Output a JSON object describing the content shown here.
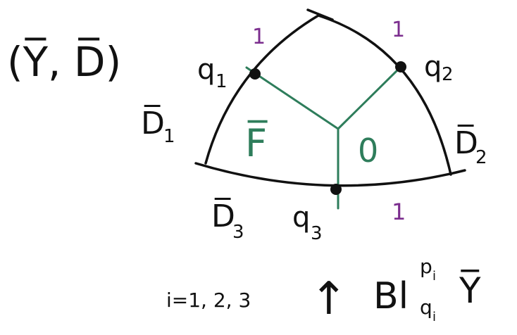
{
  "colors": {
    "ink": "#111111",
    "green": "#2e7d5b",
    "purple": "#7b2d8e"
  },
  "labels": {
    "pair": "(Y̅, D̅)",
    "q1": "q",
    "q1_sub": "1",
    "q2": "q",
    "q2_sub": "2",
    "q3": "q",
    "q3_sub": "3",
    "D1": "D̅",
    "D1_sub": "1",
    "D2": "D̅",
    "D2_sub": "2",
    "D3": "D̅",
    "D3_sub": "3",
    "F": "F̅",
    "zero": "0",
    "w_top_left": "1",
    "w_top_right": "1",
    "w_bottom": "1",
    "index_range": "i=1, 2, 3",
    "arrow": "↑",
    "bl": "Bl",
    "bl_sup": "p",
    "bl_sup_sub": "i",
    "bl_sub": "q",
    "bl_sub_sub": "i",
    "ybar": "Y̅"
  }
}
